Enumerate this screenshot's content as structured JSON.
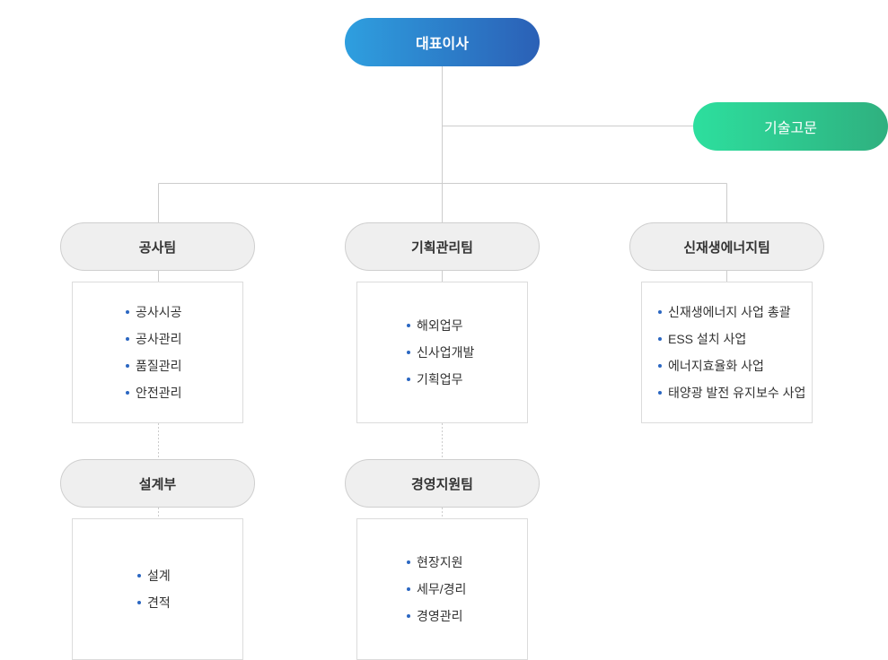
{
  "ceo": "대표이사",
  "advisor": "기술고문",
  "teams": [
    {
      "name": "공사팀",
      "items": [
        "공사시공",
        "공사관리",
        "품질관리",
        "안전관리"
      ]
    },
    {
      "name": "기획관리팀",
      "items": [
        "해외업무",
        "신사업개발",
        "기획업무"
      ]
    },
    {
      "name": "신재생에너지팀",
      "items": [
        "신재생에너지 사업 총괄",
        "ESS 설치 사업",
        "에너지효율화 사업",
        "태양광 발전 유지보수 사업"
      ]
    },
    {
      "name": "설계부",
      "items": [
        "설계",
        "견적"
      ]
    },
    {
      "name": "경영지원팀",
      "items": [
        "현장지원",
        "세무/경리",
        "경영관리"
      ]
    }
  ],
  "colors": {
    "ceo_gradient": [
      "#2e9fdf",
      "#2b60b6"
    ],
    "advisor_gradient": [
      "#2ddf9e",
      "#2fb07f"
    ],
    "team_fill": "#efefef",
    "bullet": "#2b67c2",
    "line": "#cccccc"
  }
}
